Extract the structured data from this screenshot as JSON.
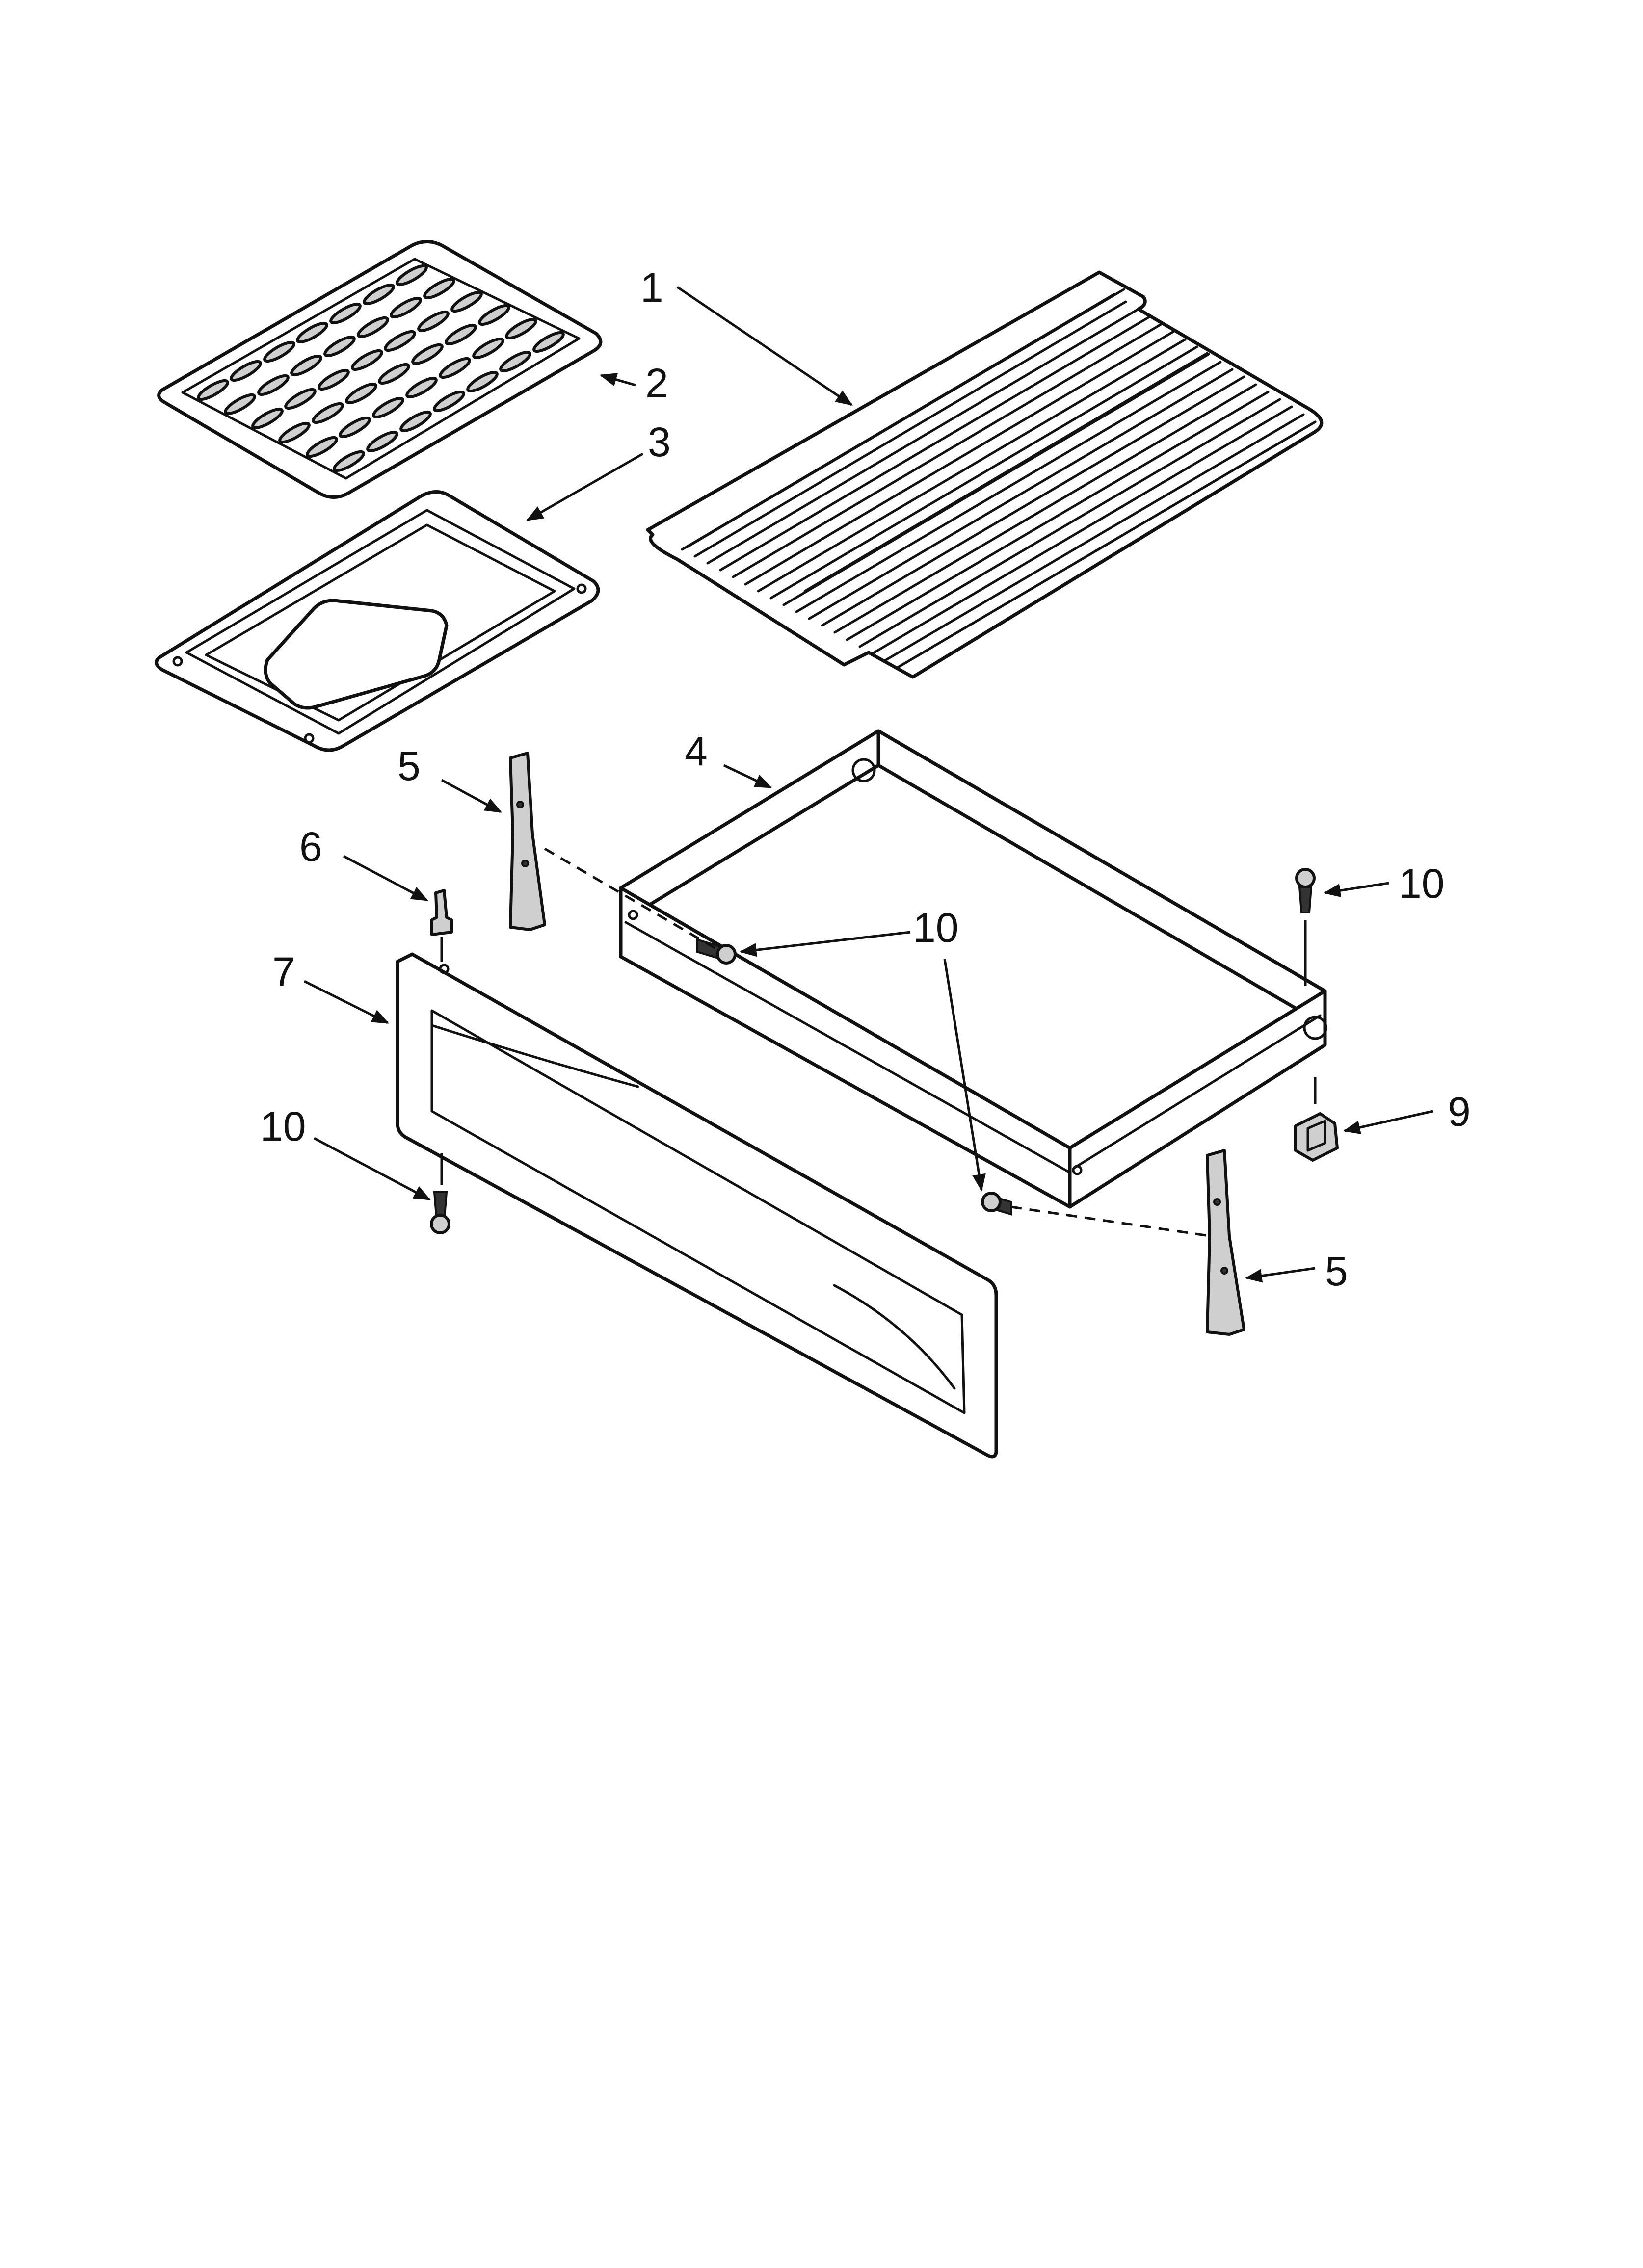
{
  "diagram": {
    "callouts": [
      {
        "id": "1",
        "label": "1"
      },
      {
        "id": "2",
        "label": "2"
      },
      {
        "id": "3",
        "label": "3"
      },
      {
        "id": "4",
        "label": "4"
      },
      {
        "id": "5a",
        "label": "5"
      },
      {
        "id": "5b",
        "label": "5"
      },
      {
        "id": "6",
        "label": "6"
      },
      {
        "id": "7",
        "label": "7"
      },
      {
        "id": "9",
        "label": "9"
      },
      {
        "id": "10a",
        "label": "10"
      },
      {
        "id": "10b",
        "label": "10"
      },
      {
        "id": "10c",
        "label": "10"
      }
    ]
  }
}
